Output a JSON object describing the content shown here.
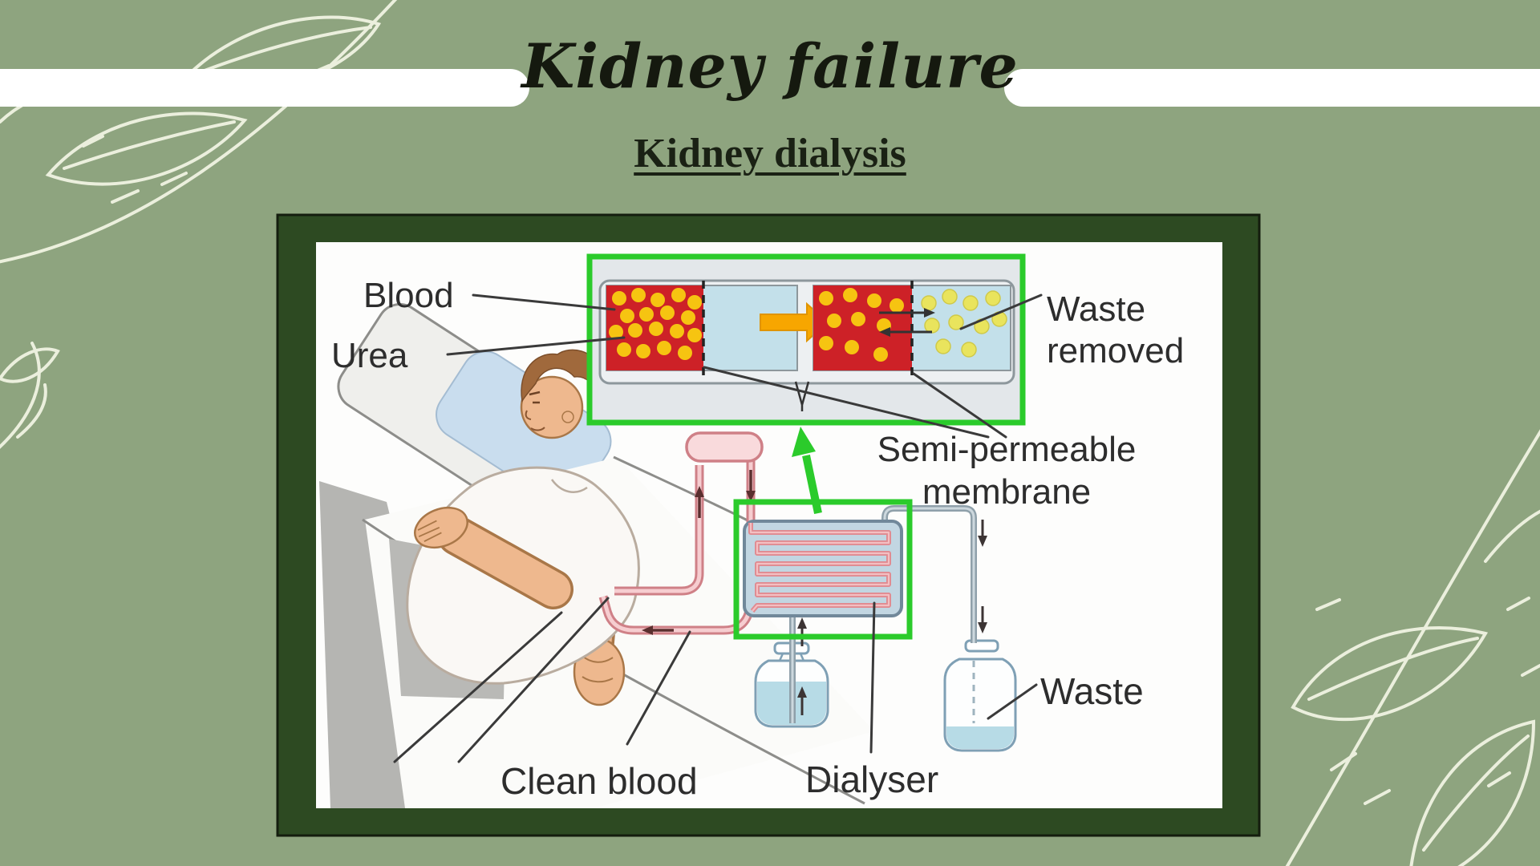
{
  "slide": {
    "title": "Kidney failure",
    "subtitle": "Kidney dialysis",
    "background_color": "#8ea47f",
    "frame_color": "#2d4a22",
    "highlight_green": "#2bcb2b",
    "title_color": "#15190f"
  },
  "diagram": {
    "labels": {
      "blood": "Blood",
      "urea": "Urea",
      "waste_removed_line1": "Waste",
      "waste_removed_line2": "removed",
      "membrane_line1": "Semi-permeable",
      "membrane_line2": "membrane",
      "clean_blood": "Clean blood",
      "dialyser": "Dialyser",
      "waste": "Waste"
    },
    "colors": {
      "blood_red": "#cd2127",
      "urea_particle_yellow": "#f6c411",
      "waste_particle_pale_yellow": "#e9e45d",
      "dialysis_fluid_blue": "#c3e0ea",
      "flow_arrow_orange": "#f7a600",
      "blood_tube_pink": "#cf8087",
      "fluid_tube_gray": "#8fa0aa"
    }
  }
}
